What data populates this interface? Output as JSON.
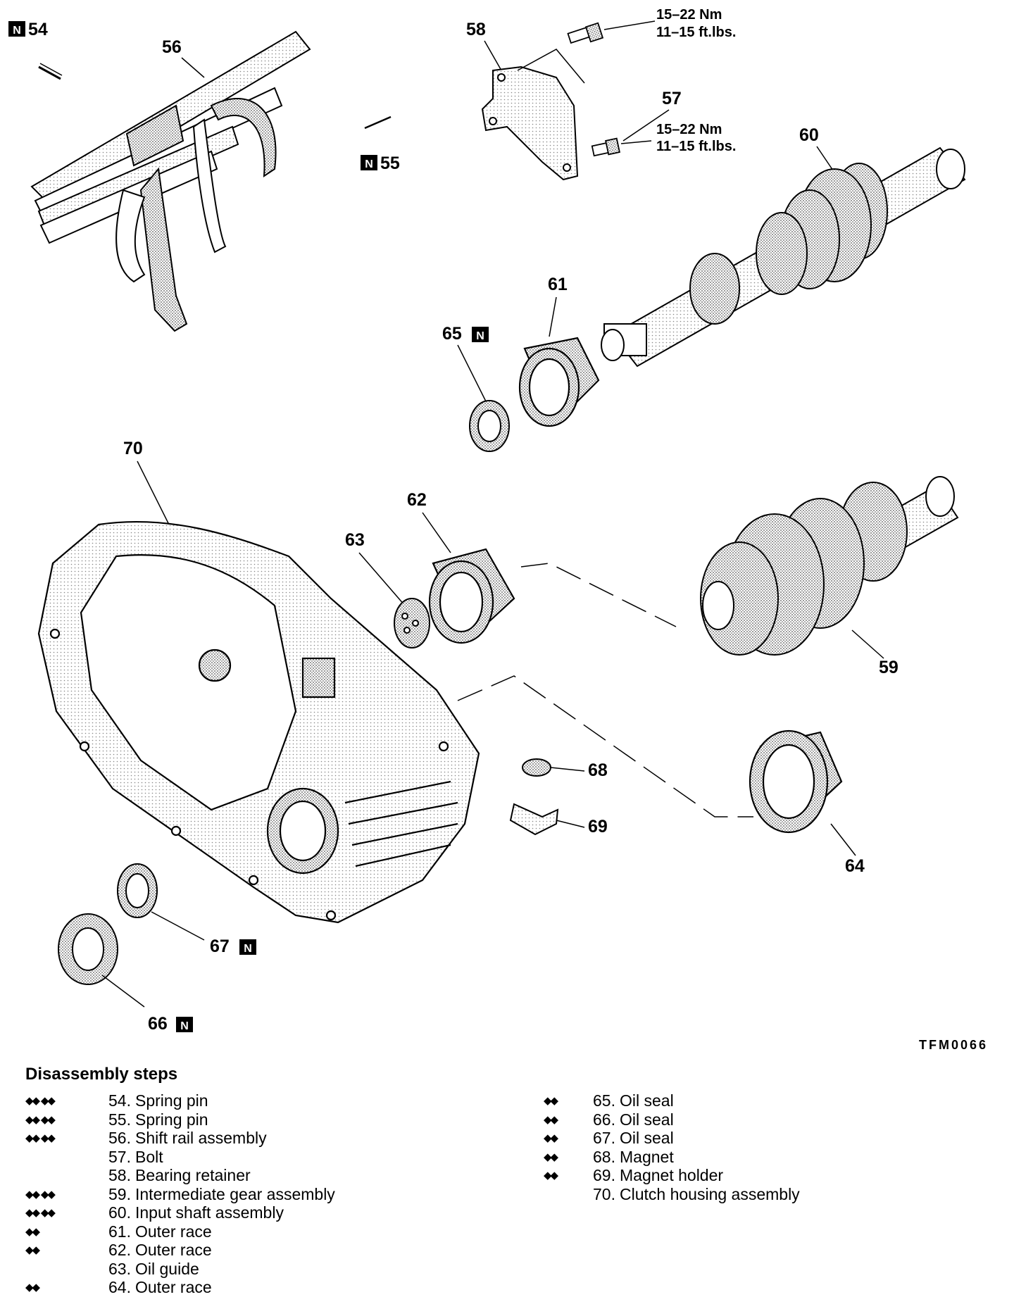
{
  "figure_id": "TFM0066",
  "callouts": {
    "c54": "54",
    "c55": "55",
    "c56": "56",
    "c57": "57",
    "c58": "58",
    "c59": "59",
    "c60": "60",
    "c61": "61",
    "c62": "62",
    "c63": "63",
    "c64": "64",
    "c65": "65",
    "c66": "66",
    "c67": "67",
    "c68": "68",
    "c69": "69",
    "c70": "70"
  },
  "badge_letter": "N",
  "torque": {
    "t58_nm": "15–22 Nm",
    "t58_ftlbs": "11–15 ft.lbs.",
    "t57_nm": "15–22 Nm",
    "t57_ftlbs": "11–15 ft.lbs."
  },
  "steps_title": "Disassembly steps",
  "steps_left": [
    {
      "marks": "◆◆ ◆◆",
      "num": "54.",
      "label": "Spring pin"
    },
    {
      "marks": "◆◆ ◆◆",
      "num": "55.",
      "label": "Spring pin"
    },
    {
      "marks": "◆◆ ◆◆",
      "num": "56.",
      "label": "Shift rail assembly"
    },
    {
      "marks": "",
      "num": "57.",
      "label": "Bolt"
    },
    {
      "marks": "",
      "num": "58.",
      "label": "Bearing retainer"
    },
    {
      "marks": "◆◆ ◆◆",
      "num": "59.",
      "label": "Intermediate gear assembly"
    },
    {
      "marks": "◆◆ ◆◆",
      "num": "60.",
      "label": "Input shaft assembly"
    },
    {
      "marks": "◆◆",
      "num": "61.",
      "label": "Outer race"
    },
    {
      "marks": "◆◆",
      "num": "62.",
      "label": "Outer race"
    },
    {
      "marks": "",
      "num": "63.",
      "label": "Oil guide"
    },
    {
      "marks": "◆◆",
      "num": "64.",
      "label": "Outer race"
    }
  ],
  "steps_right": [
    {
      "marks": "◆◆",
      "num": "65.",
      "label": "Oil seal"
    },
    {
      "marks": "◆◆",
      "num": "66.",
      "label": "Oil seal"
    },
    {
      "marks": "◆◆",
      "num": "67.",
      "label": "Oil seal"
    },
    {
      "marks": "◆◆",
      "num": "68.",
      "label": "Magnet"
    },
    {
      "marks": "◆◆",
      "num": "69.",
      "label": "Magnet holder"
    },
    {
      "marks": "",
      "num": "70.",
      "label": "Clutch housing assembly"
    }
  ]
}
